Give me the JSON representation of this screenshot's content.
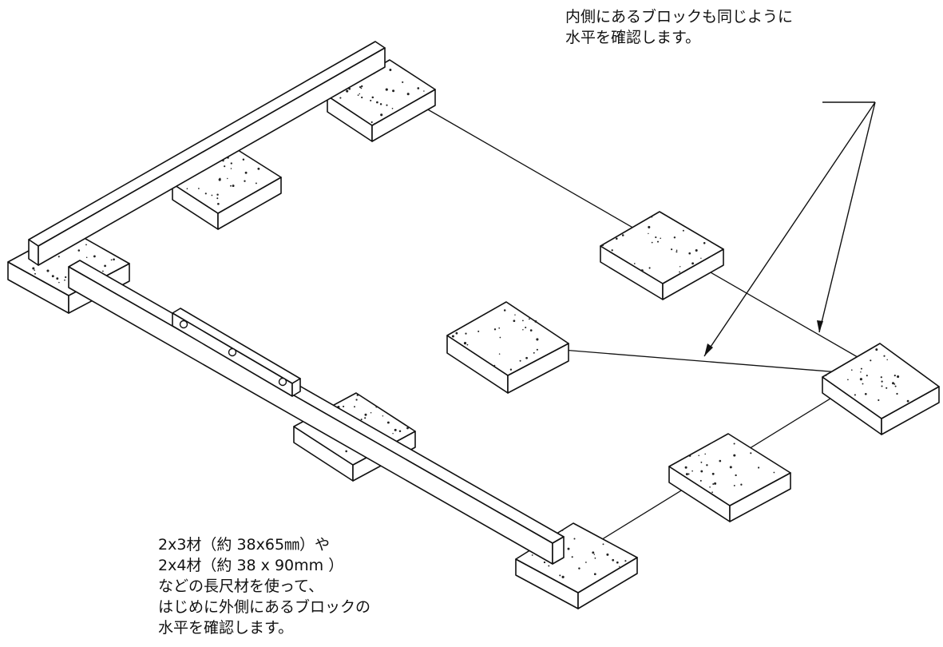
{
  "annotations": {
    "top_right": [
      "内側にあるブロックも同じように",
      "水平を確認します。"
    ],
    "bottom_left": [
      "2x3材（約 38x65㎜）や",
      "2x4材（約 38 x 90mm ）",
      "などの長尺材を使って、",
      "はじめに外側にあるブロックの",
      "水平を確認します。"
    ]
  },
  "diagram": {
    "blocks": [
      "block-back-corner",
      "block-back-middle",
      "block-left-corner",
      "block-right-back",
      "block-center",
      "block-right-corner",
      "block-front-middle",
      "block-right-front",
      "block-front-corner"
    ],
    "boards": [
      "long-board-back",
      "long-board-front"
    ],
    "tools": [
      "spirit-level"
    ]
  }
}
